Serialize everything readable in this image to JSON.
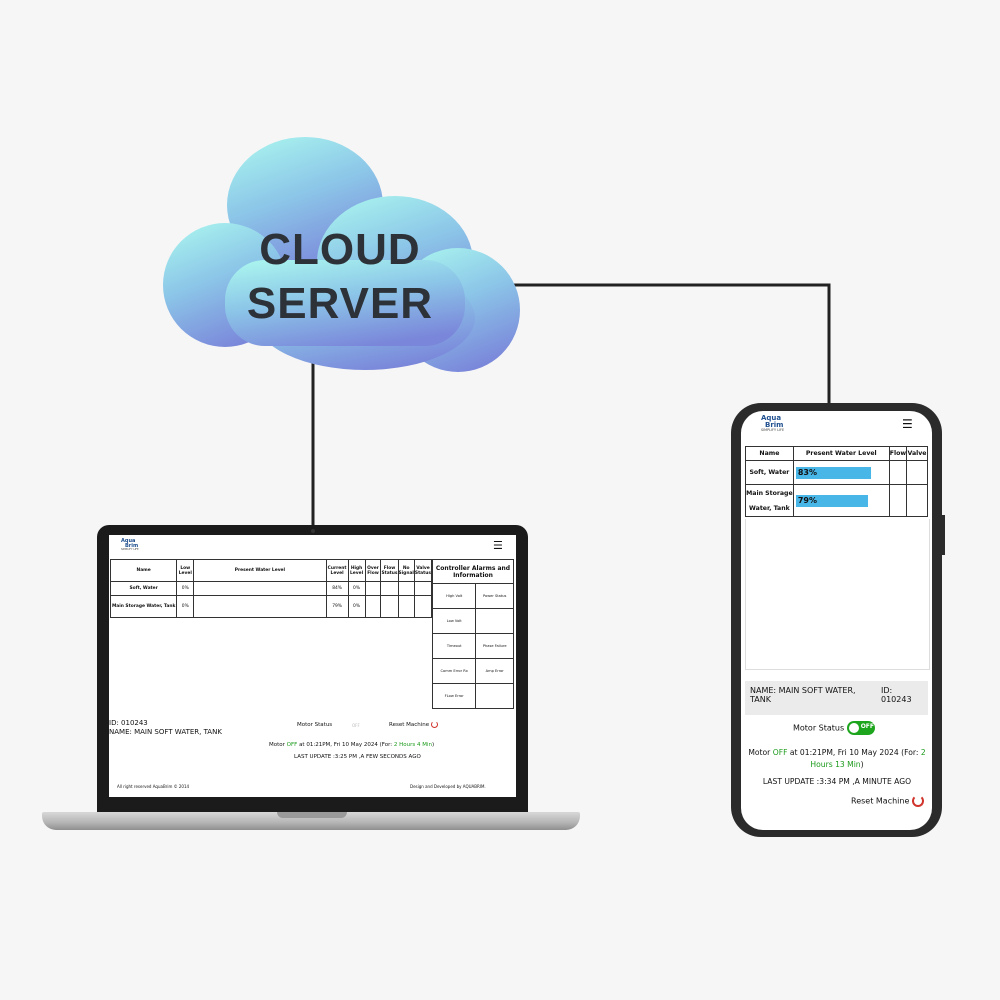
{
  "cloud": {
    "line1": "CLOUD",
    "line2": "SERVER"
  },
  "brand": {
    "logo_line1": "Aqua",
    "logo_line2": "Brim",
    "logo_tag": "SIMPLIFY LIFE"
  },
  "colors": {
    "accent_green": "#1a9a1a",
    "bar_blue": "#49b6e8",
    "reset_red": "#d0342c"
  },
  "laptop": {
    "table_headers": [
      "Name",
      "Low Level",
      "Present Water Level",
      "Current Level",
      "High Level",
      "Over Flow",
      "Flow Status",
      "No Signal",
      "Valve Status"
    ],
    "rows": [
      {
        "name": "Soft, Water",
        "low": "0%",
        "current": "84%",
        "high": "0%"
      },
      {
        "name": "Main Storage Water, Tank",
        "low": "0%",
        "current": "79%",
        "high": "0%"
      }
    ],
    "alarms_title": "Controller Alarms and Information",
    "alarms": [
      [
        "High Volt",
        "Power Status"
      ],
      [
        "Low Volt",
        ""
      ],
      [
        "Timeout",
        "Phase Failure"
      ],
      [
        "Comm Error Rx",
        "Amp Error"
      ],
      [
        "FLow Error",
        ""
      ]
    ],
    "id_line": "ID: 010243",
    "name_line": "NAME: MAIN SOFT WATER, TANK",
    "motor_status_label": "Motor Status",
    "motor_toggle": "OFF",
    "reset_label": "Reset Machine",
    "motor_prefix": "Motor",
    "motor_state": "OFF",
    "motor_time": "at 01:21PM, Fri 10 May 2024 (For:",
    "motor_duration": "2 Hours 4 Min",
    "motor_suffix": ")",
    "last_update": "LAST UPDATE :3:25 PM ,A FEW SECONDS AGO",
    "footer_left": "All right reserved AquaBrim © 2014",
    "footer_right": "Design and Developed by AQUABRIM."
  },
  "phone": {
    "table_headers": [
      "Name",
      "Present Water Level",
      "Flow",
      "Valve"
    ],
    "rows": [
      {
        "name": "Soft, Water",
        "level": "83%",
        "level_value": 83
      },
      {
        "name": "Main Storage Water, Tank",
        "level": "79%",
        "level_value": 79
      }
    ],
    "name_line": "NAME: MAIN SOFT WATER, TANK",
    "id_line": "ID: 010243",
    "motor_status_label": "Motor Status",
    "motor_toggle": "OFF",
    "motor_prefix": "Motor",
    "motor_state": "OFF",
    "motor_time": "at 01:21PM, Fri 10 May 2024 (For:",
    "motor_duration": "2 Hours 13 Min",
    "motor_suffix": ")",
    "last_update": "LAST UPDATE :3:34 PM ,A MINUTE AGO",
    "reset_label": "Reset Machine"
  }
}
